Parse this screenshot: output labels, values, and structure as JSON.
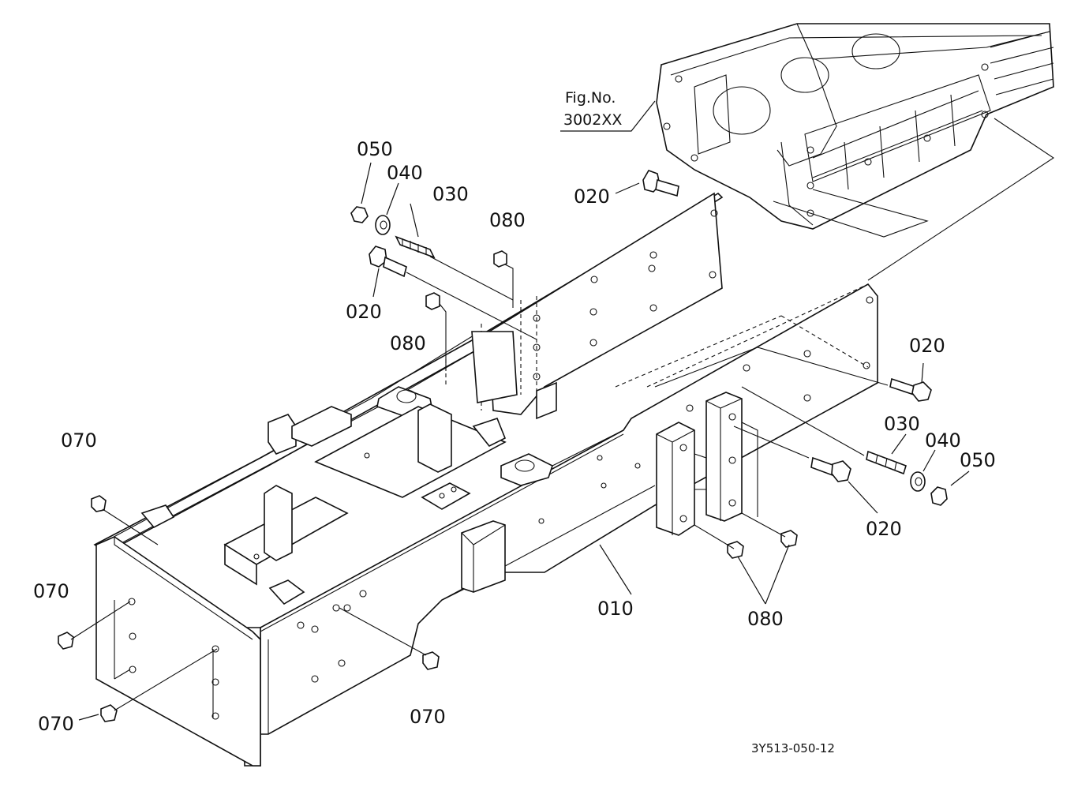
{
  "figure_ref": {
    "line1": "Fig.No.",
    "line2": "3002XX"
  },
  "labels": {
    "p010": "010",
    "p020_top": "020",
    "p020_left": "020",
    "p020_right_upper": "020",
    "p020_right_lower": "020",
    "p030_left": "030",
    "p030_right": "030",
    "p040_left": "040",
    "p040_right": "040",
    "p050_left": "050",
    "p050_right": "050",
    "p070_a": "070",
    "p070_b": "070",
    "p070_c": "070",
    "p070_d": "070",
    "p080_a": "080",
    "p080_b": "080",
    "p080_c": "080"
  },
  "drawing_id": "3Y513-050-12"
}
